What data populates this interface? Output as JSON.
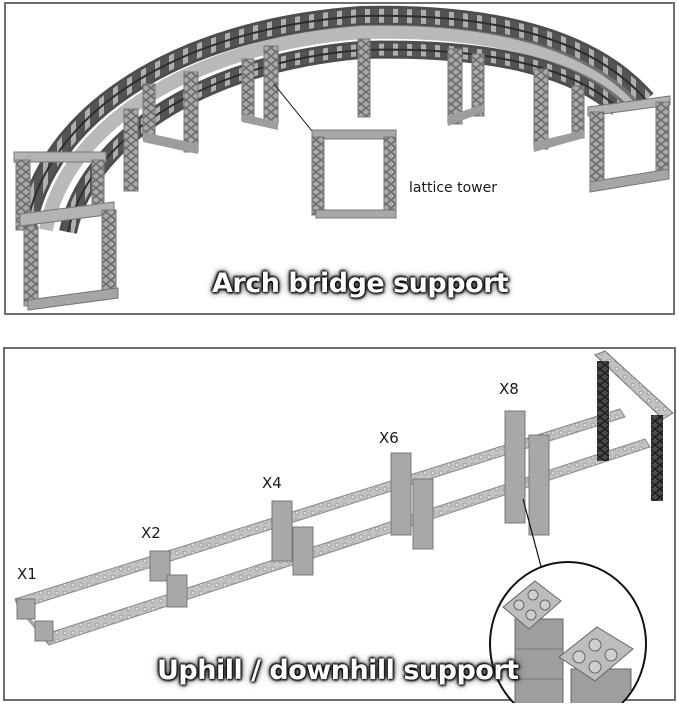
{
  "panels": {
    "top": {
      "caption": "Arch bridge support",
      "callout_label": "lattice tower",
      "track_shape": "curved arch track on lattice tower supports"
    },
    "bottom": {
      "caption": "Uphill / downhill support",
      "height_labels": [
        "X1",
        "X2",
        "X4",
        "X6",
        "X8"
      ],
      "detail_inset": "magnified view of column top with angled bracket plates",
      "track_shape": "straight inclining ramp on stacked brick columns ending in lattice tower frame"
    }
  },
  "colors": {
    "border": "#6e6e6e",
    "track_dark": "#4a4a4a",
    "brick_light": "#b9b9b9",
    "brick_mid": "#9a9a9a",
    "lattice_dark": "#3a3a3a",
    "caption_text": "#ffffff",
    "label_text": "#1a1a1a"
  }
}
